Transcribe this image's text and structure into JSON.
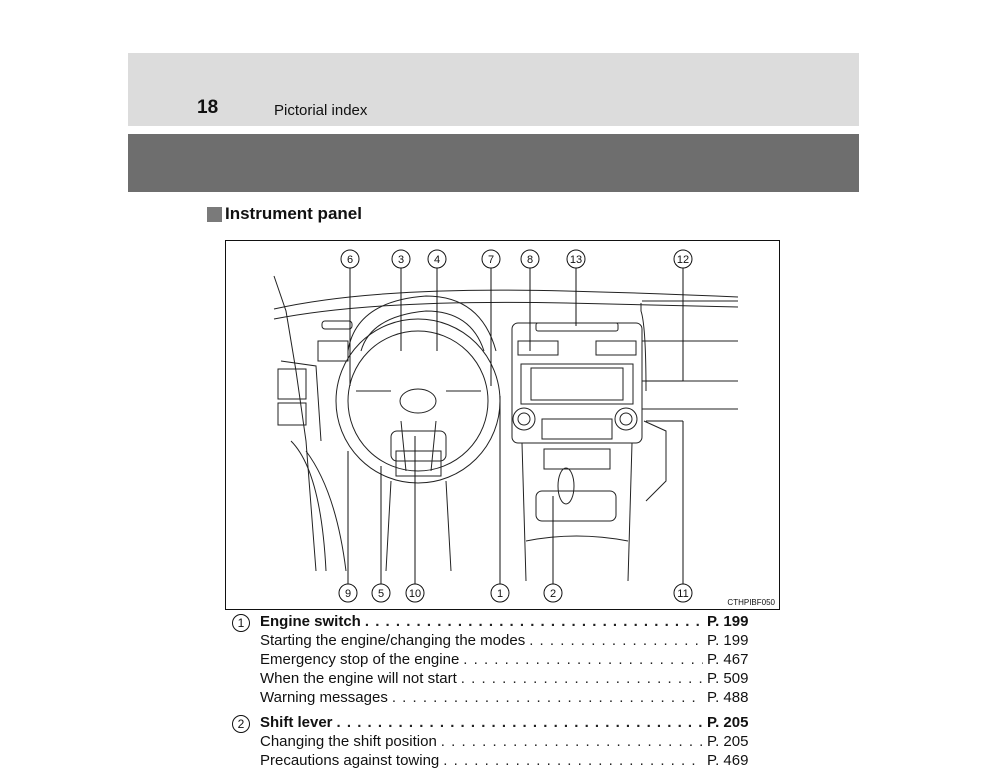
{
  "header": {
    "page_number": "18",
    "section": "Pictorial index"
  },
  "section_title": "Instrument panel",
  "figure": {
    "code": "CTHPIBF050",
    "callouts_top": [
      "6",
      "3",
      "4",
      "7",
      "8",
      "13",
      "12"
    ],
    "callouts_bottom": [
      "9",
      "5",
      "10",
      "1",
      "2",
      "11"
    ]
  },
  "items": [
    {
      "number": "1",
      "title": "Engine switch",
      "page": "P. 199",
      "subitems": [
        {
          "label": "Starting the engine/changing the modes",
          "page": "P. 199"
        },
        {
          "label": "Emergency stop of the engine",
          "page": "P. 467"
        },
        {
          "label": "When the engine will not start",
          "page": "P. 509"
        },
        {
          "label": "Warning messages",
          "page": "P. 488"
        }
      ]
    },
    {
      "number": "2",
      "title": "Shift lever",
      "page": "P. 205",
      "subitems": [
        {
          "label": "Changing the shift position",
          "page": "P. 205"
        },
        {
          "label": "Precautions against towing",
          "page": "P. 469"
        }
      ]
    }
  ]
}
